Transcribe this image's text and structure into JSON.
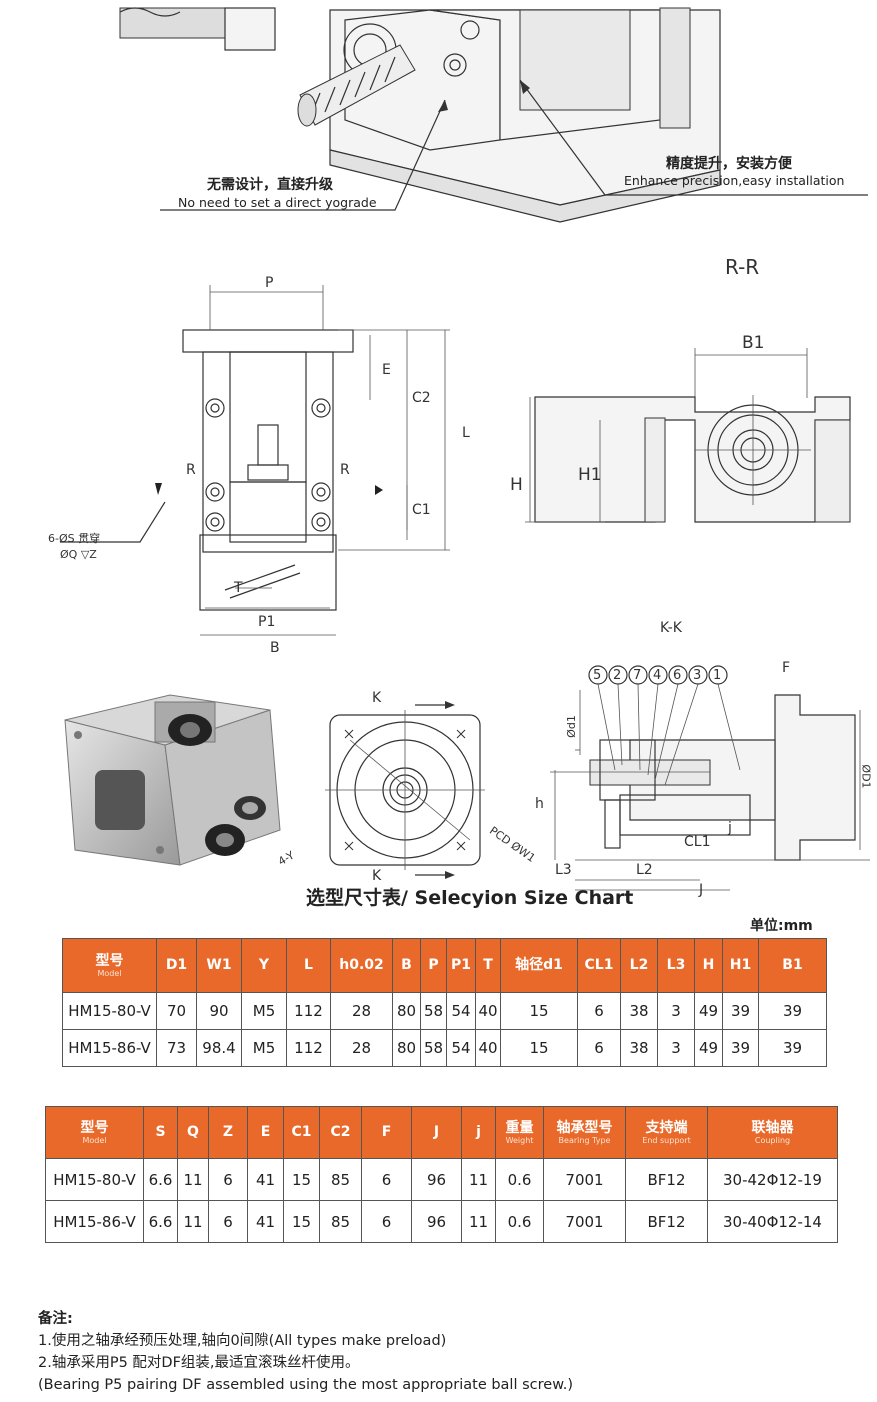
{
  "callouts": {
    "left_zh": "无需设计，直接升级",
    "left_en": "No need to set a direct yograde",
    "right_zh": "精度提升，安装方便",
    "right_en": "Enhance precision,easy installation"
  },
  "drawing_labels": {
    "rr_title": "R-R",
    "kk_title": "K-K",
    "P": "P",
    "E": "E",
    "C2": "C2",
    "L": "L",
    "C1": "C1",
    "R_left": "R",
    "R_right": "R",
    "hole_note_1": "6-ØS 贯穿",
    "hole_note_2": "ØQ ▽Z",
    "T": "T",
    "P1": "P1",
    "B": "B",
    "B1": "B1",
    "H": "H",
    "H1": "H1",
    "K_top": "K",
    "K_bottom": "K",
    "four_Y": "4-Y",
    "PCD": "PCD ØW1",
    "F": "F",
    "d1": "Ød1",
    "D1": "ØD1",
    "h": "h",
    "j": "j",
    "CL1": "CL1",
    "L3": "L3",
    "L2": "L2",
    "J": "J",
    "balloons": [
      "5",
      "2",
      "7",
      "4",
      "6",
      "3",
      "1"
    ]
  },
  "chart_title": "选型尺寸表/ Selecyion Size Chart",
  "unit": "单位:mm",
  "table1": {
    "headers": [
      {
        "main": "型号",
        "sub": "Model"
      },
      {
        "main": "D1"
      },
      {
        "main": "W1"
      },
      {
        "main": "Y"
      },
      {
        "main": "L"
      },
      {
        "main": "h0.02"
      },
      {
        "main": "B"
      },
      {
        "main": "P"
      },
      {
        "main": "P1"
      },
      {
        "main": "T"
      },
      {
        "main": "轴径d1"
      },
      {
        "main": "CL1"
      },
      {
        "main": "L2"
      },
      {
        "main": "L3"
      },
      {
        "main": "H"
      },
      {
        "main": "H1"
      },
      {
        "main": "B1"
      }
    ],
    "rows": [
      [
        "HM15-80-V",
        "70",
        "90",
        "M5",
        "112",
        "28",
        "80",
        "58",
        "54",
        "40",
        "15",
        "6",
        "38",
        "3",
        "49",
        "39",
        "39"
      ],
      [
        "HM15-86-V",
        "73",
        "98.4",
        "M5",
        "112",
        "28",
        "80",
        "58",
        "54",
        "40",
        "15",
        "6",
        "38",
        "3",
        "49",
        "39",
        "39"
      ]
    ]
  },
  "table2": {
    "headers": [
      {
        "main": "型号",
        "sub": "Model"
      },
      {
        "main": "S"
      },
      {
        "main": "Q"
      },
      {
        "main": "Z"
      },
      {
        "main": "E"
      },
      {
        "main": "C1"
      },
      {
        "main": "C2"
      },
      {
        "main": "F"
      },
      {
        "main": "J"
      },
      {
        "main": "j"
      },
      {
        "main": "重量",
        "sub": "Weight"
      },
      {
        "main": "轴承型号",
        "sub": "Bearing Type"
      },
      {
        "main": "支持端",
        "sub": "End support"
      },
      {
        "main": "联轴器",
        "sub": "Coupling"
      }
    ],
    "rows": [
      [
        "HM15-80-V",
        "6.6",
        "11",
        "6",
        "41",
        "15",
        "85",
        "6",
        "96",
        "11",
        "0.6",
        "7001",
        "BF12",
        "30-42Φ12-19"
      ],
      [
        "HM15-86-V",
        "6.6",
        "11",
        "6",
        "41",
        "15",
        "85",
        "6",
        "96",
        "11",
        "0.6",
        "7001",
        "BF12",
        "30-40Φ12-14"
      ]
    ]
  },
  "notes": {
    "heading": "备注:",
    "line1": "1.使用之轴承经预压处理,轴向0间隙(All types make  preload)",
    "line2": "2.轴承采用P5 配对DF组装,最适宜滚珠丝杆使用。",
    "line3": "(Bearing P5 pairing DF assembled using the most appropriate ball screw.)"
  }
}
